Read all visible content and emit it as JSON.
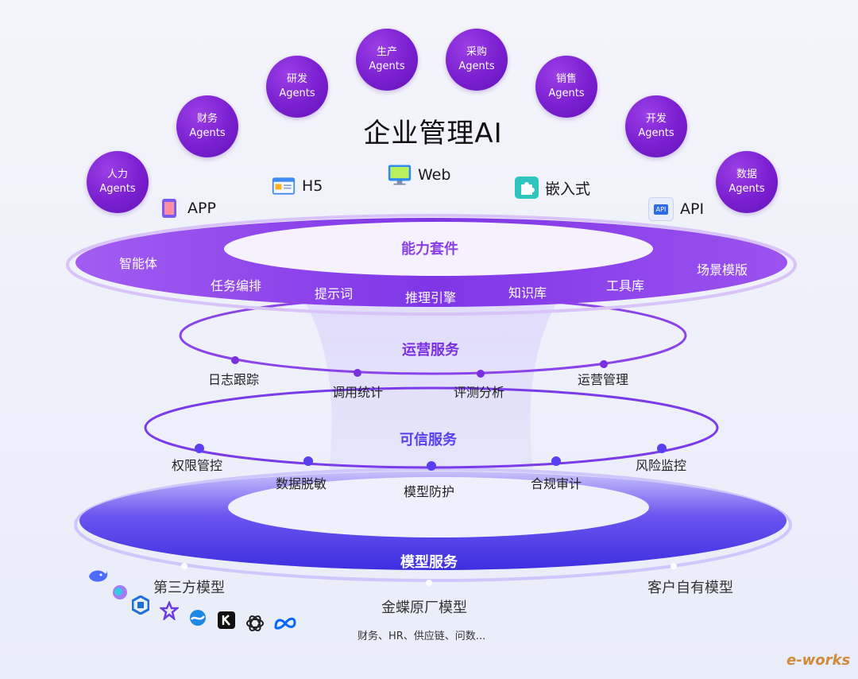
{
  "title": "企业管理AI",
  "agents": [
    {
      "line1": "人力",
      "line2": "Agents"
    },
    {
      "line1": "财务",
      "line2": "Agents"
    },
    {
      "line1": "研发",
      "line2": "Agents"
    },
    {
      "line1": "生产",
      "line2": "Agents"
    },
    {
      "line1": "采购",
      "line2": "Agents"
    },
    {
      "line1": "销售",
      "line2": "Agents"
    },
    {
      "line1": "开发",
      "line2": "Agents"
    },
    {
      "line1": "数据",
      "line2": "Agents"
    }
  ],
  "channels": {
    "app": "APP",
    "h5": "H5",
    "web": "Web",
    "embed": "嵌入式",
    "api": "API",
    "api_icon_text": "API"
  },
  "capability": {
    "title": "能力套件",
    "items": [
      "智能体",
      "任务编排",
      "提示词",
      "推理引擎",
      "知识库",
      "工具库",
      "场景模版"
    ]
  },
  "operations": {
    "title": "运营服务",
    "items": [
      "日志跟踪",
      "调用统计",
      "评测分析",
      "运营管理"
    ]
  },
  "trust": {
    "title": "可信服务",
    "items": [
      "权限管控",
      "数据脱敏",
      "模型防护",
      "合规审计",
      "风险监控"
    ]
  },
  "model": {
    "title": "模型服务",
    "third_party": "第三方模型",
    "kingdee": "金蝶原厂模型",
    "kingdee_sub": "财务、HR、供应链、问数...",
    "customer": "客户自有模型"
  },
  "logos": [
    "whale-icon",
    "cube-icon",
    "hexagon-icon",
    "star-icon",
    "wave-icon",
    "k-icon",
    "knot-icon",
    "meta-icon"
  ],
  "watermark": "e-works",
  "colors": {
    "purple": "#7a1fd0",
    "ring": "#8b3df0",
    "blue": "#5a4ff0"
  }
}
